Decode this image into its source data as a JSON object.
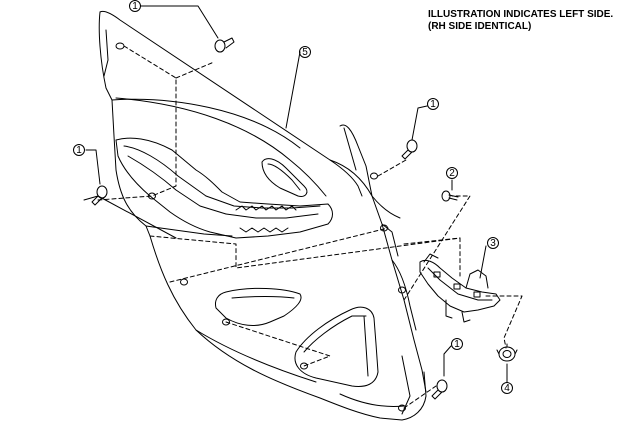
{
  "note": {
    "line1": "ILLUSTRATION INDICATES LEFT SIDE.",
    "line2": "(RH SIDE IDENTICAL)"
  },
  "callouts": [
    {
      "id": "c1-top",
      "number": "1"
    },
    {
      "id": "c1-left",
      "number": "1"
    },
    {
      "id": "c5",
      "number": "5"
    },
    {
      "id": "c1-right",
      "number": "1"
    },
    {
      "id": "c2",
      "number": "2"
    },
    {
      "id": "c3",
      "number": "3"
    },
    {
      "id": "c1-bottom",
      "number": "1"
    },
    {
      "id": "c4",
      "number": "4"
    }
  ]
}
